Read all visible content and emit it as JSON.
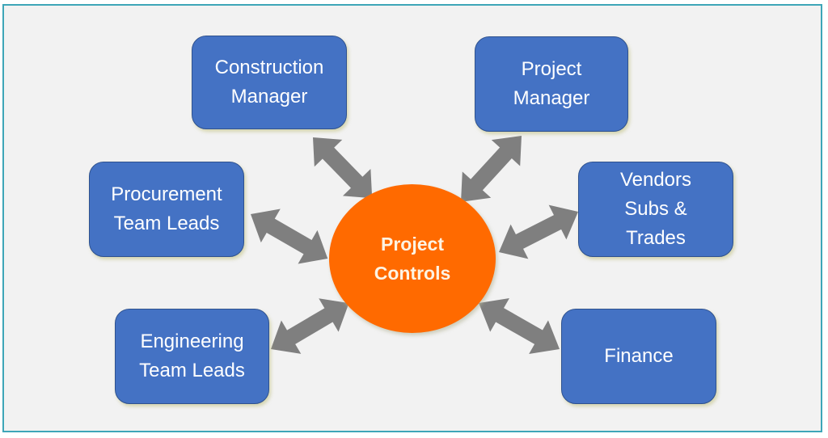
{
  "diagram": {
    "type": "hub-and-spoke",
    "center": {
      "lines": [
        "Project",
        "Controls"
      ],
      "color": "#ff6a00"
    },
    "nodes": [
      {
        "id": "construction-manager",
        "lines": [
          "Construction",
          "Manager"
        ]
      },
      {
        "id": "project-manager",
        "lines": [
          "Project",
          "Manager"
        ]
      },
      {
        "id": "procurement-team-leads",
        "lines": [
          "Procurement",
          "Team Leads"
        ]
      },
      {
        "id": "vendors-subs-trades",
        "lines": [
          "Vendors",
          "Subs &",
          "Trades"
        ]
      },
      {
        "id": "engineering-team-leads",
        "lines": [
          "Engineering",
          "Team Leads"
        ]
      },
      {
        "id": "finance",
        "lines": [
          "Finance"
        ]
      }
    ],
    "connector": "double-headed-arrow",
    "colors": {
      "node_fill": "#4472c4",
      "arrow": "#7f7f7f",
      "frame_border": "#3ea6b8",
      "background": "#f2f2f2"
    }
  }
}
